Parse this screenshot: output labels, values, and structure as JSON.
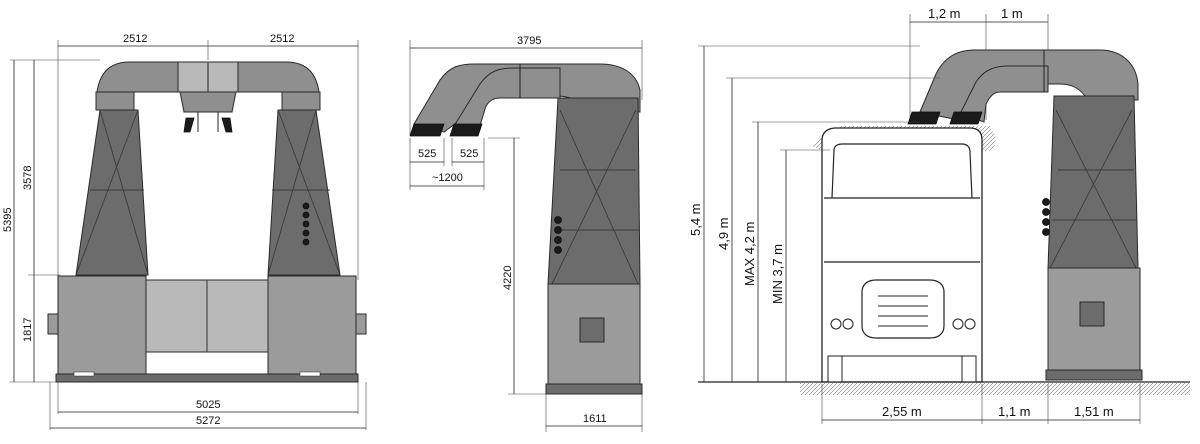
{
  "front_view": {
    "top_left_width": "2512",
    "top_right_width": "2512",
    "upper_height": "3578",
    "total_height": "5395",
    "lower_height": "1817",
    "inner_width": "5025",
    "outer_width": "5272"
  },
  "side_view": {
    "overall_width": "3795",
    "nozzle_width_1": "525",
    "nozzle_width_2": "525",
    "nozzle_spacing": "~1200",
    "clearance_height": "4220",
    "base_width": "1611"
  },
  "vehicle_view": {
    "arm_offset": "1,2 m",
    "arm_offset_2": "1 m",
    "height_total": "5,4 m",
    "height_49": "4,9 m",
    "height_max": "MAX 4,2 m",
    "height_min": "MIN 3,7 m",
    "vehicle_width": "2,55 m",
    "gap_width": "1,1 m",
    "unit_width": "1,51 m"
  },
  "colors": {
    "body": "#8f8f8f",
    "body_dark": "#6c6c6c",
    "line": "#2a2a2a"
  }
}
